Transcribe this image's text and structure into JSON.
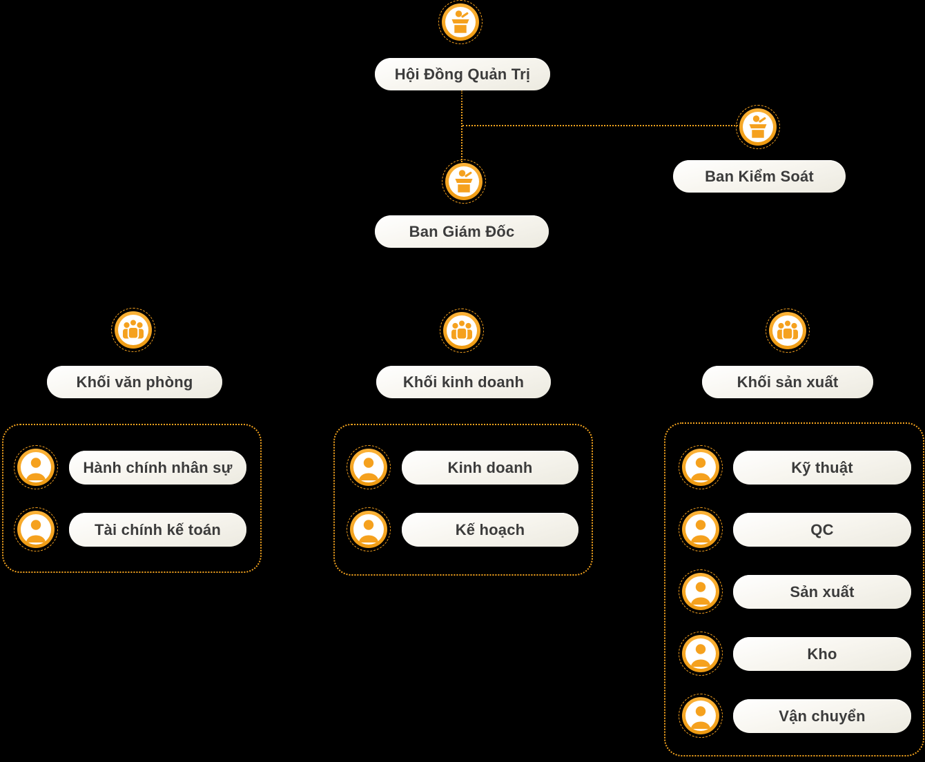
{
  "palette": {
    "accent_orange": "#F5A11E",
    "pill_background": "#F6F4EE",
    "label_text": "#3C3C3C",
    "background": "#000000"
  },
  "org": {
    "root": {
      "label": "Hội Đồng Quản Trị",
      "icon": "podium-icon"
    },
    "supervisory": {
      "label": "Ban Kiểm Soát",
      "icon": "podium-icon"
    },
    "executive": {
      "label": "Ban Giám Đốc",
      "icon": "podium-icon"
    },
    "divisions": [
      {
        "label": "Khối văn phòng",
        "icon": "team-icon",
        "departments": [
          "Hành chính nhân sự",
          "Tài chính kế toán"
        ]
      },
      {
        "label": "Khối kinh doanh",
        "icon": "team-icon",
        "departments": [
          "Kinh doanh",
          "Kế hoạch"
        ]
      },
      {
        "label": "Khối sản xuất",
        "icon": "team-icon",
        "departments": [
          "Kỹ thuật",
          "QC",
          "Sản xuất",
          "Kho",
          "Vận chuyển"
        ]
      }
    ]
  }
}
